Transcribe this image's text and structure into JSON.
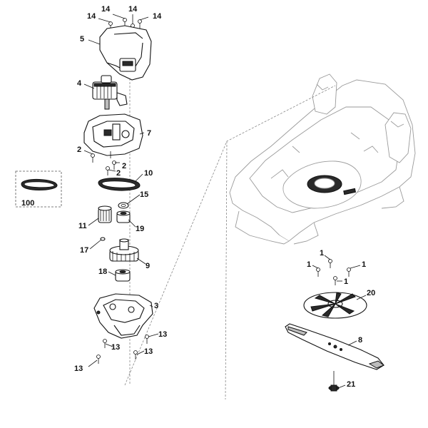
{
  "callouts": {
    "c14a": "14",
    "c14b": "14",
    "c14c": "14",
    "c14d": "14",
    "c5": "5",
    "c4": "4",
    "c7": "7",
    "c2a": "2",
    "c2b": "2",
    "c2c": "2",
    "c10": "10",
    "c100": "100",
    "c15": "15",
    "c11": "11",
    "c19": "19",
    "c17": "17",
    "c9": "9",
    "c18": "18",
    "c3": "3",
    "c13a": "13",
    "c13b": "13",
    "c13c": "13",
    "c13d": "13",
    "c1a": "1",
    "c1b": "1",
    "c1c": "1",
    "c1d": "1",
    "c20": "20",
    "c8": "8",
    "c21": "21"
  }
}
